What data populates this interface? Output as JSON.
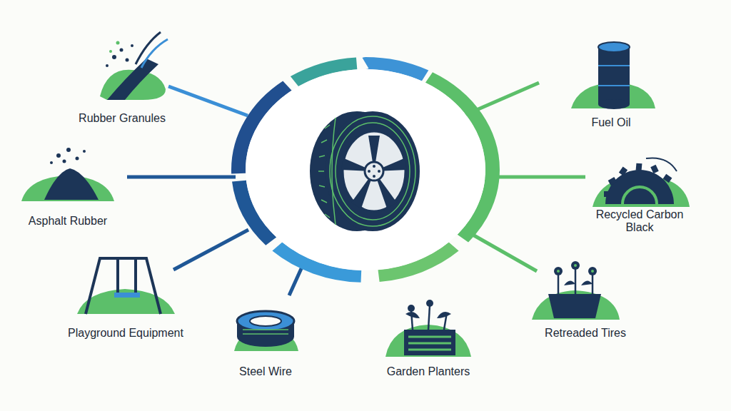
{
  "diagram": {
    "labels": [
      "Rubber Granules",
      "Asphalt Rubber",
      "Playground Equipment",
      "Steel Wire",
      "Garden Planters",
      "Fuel Oil",
      "Recycled Carbon Black",
      "Retreaded Tires"
    ]
  }
}
